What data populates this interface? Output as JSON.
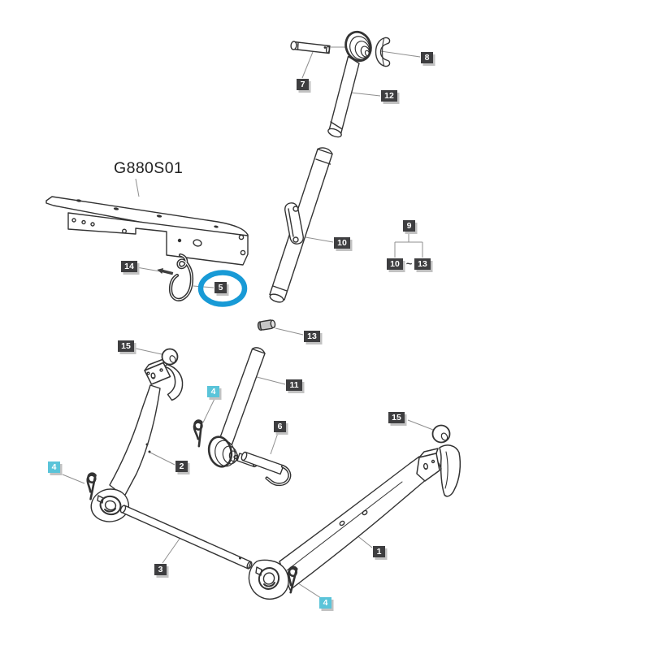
{
  "diagram": {
    "part_code": "G880S01",
    "tilde_separator": "~",
    "colors": {
      "label_dark_bg": "#3e3e40",
      "label_cyan_bg": "#5ac4d9",
      "label_text": "#ffffff",
      "highlight_ellipse": "#189ad6",
      "line_art": "#333333",
      "leader_line": "#8f8f8f",
      "label_shadow": "#c2c2c2"
    },
    "labels": [
      {
        "id": "7",
        "text": "7"
      },
      {
        "id": "8",
        "text": "8"
      },
      {
        "id": "12",
        "text": "12"
      },
      {
        "id": "10a",
        "text": "10"
      },
      {
        "id": "9",
        "text": "9"
      },
      {
        "id": "10b",
        "text": "10"
      },
      {
        "id": "13b",
        "text": "13"
      },
      {
        "id": "14",
        "text": "14"
      },
      {
        "id": "5",
        "text": "5",
        "highlighted": true
      },
      {
        "id": "13a",
        "text": "13"
      },
      {
        "id": "15a",
        "text": "15"
      },
      {
        "id": "4a",
        "text": "4",
        "style": "cyan"
      },
      {
        "id": "11",
        "text": "11"
      },
      {
        "id": "6",
        "text": "6"
      },
      {
        "id": "15b",
        "text": "15"
      },
      {
        "id": "4b",
        "text": "4",
        "style": "cyan"
      },
      {
        "id": "2",
        "text": "2"
      },
      {
        "id": "3",
        "text": "3"
      },
      {
        "id": "1",
        "text": "1"
      },
      {
        "id": "4c",
        "text": "4",
        "style": "cyan"
      }
    ]
  }
}
